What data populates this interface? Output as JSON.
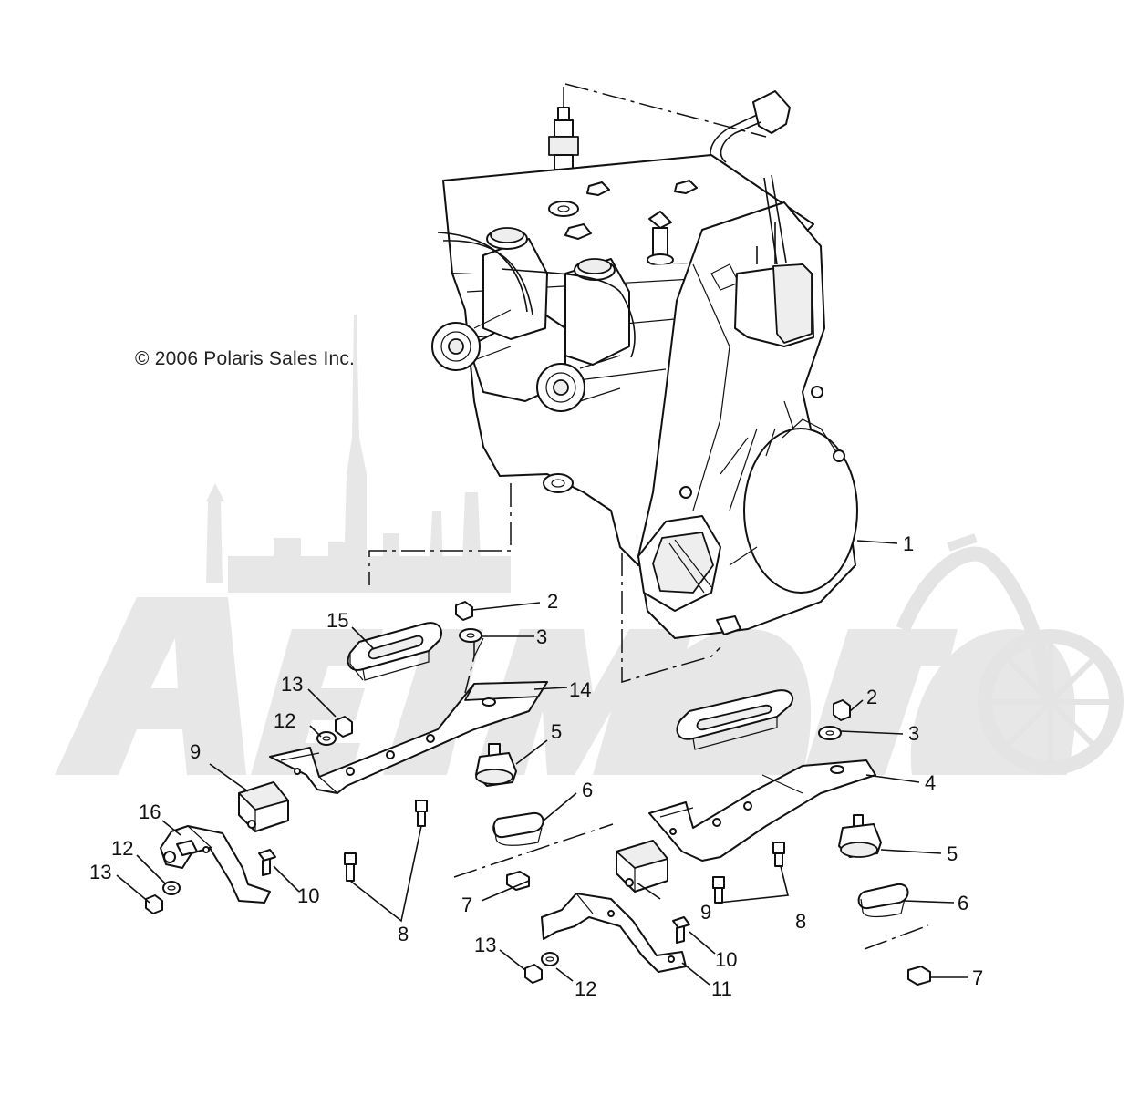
{
  "copyright": "© 2006 Polaris Sales Inc.",
  "watermark_text": "AeiMoto",
  "callouts": {
    "c1": "1",
    "c2a": "2",
    "c2b": "2",
    "c3a": "3",
    "c3b": "3",
    "c4": "4",
    "c5a": "5",
    "c5b": "5",
    "c6a": "6",
    "c6b": "6",
    "c7a": "7",
    "c7b": "7",
    "c8a": "8",
    "c8b": "8",
    "c9a": "9",
    "c9b": "9",
    "c10a": "10",
    "c10b": "10",
    "c11": "11",
    "c12a": "12",
    "c12b": "12",
    "c12c": "12",
    "c13a": "13",
    "c13b": "13",
    "c13c": "13",
    "c14": "14",
    "c15": "15",
    "c16": "16"
  },
  "colors": {
    "line": "#111111",
    "watermark": "#e7e7e7",
    "background": "#ffffff"
  }
}
